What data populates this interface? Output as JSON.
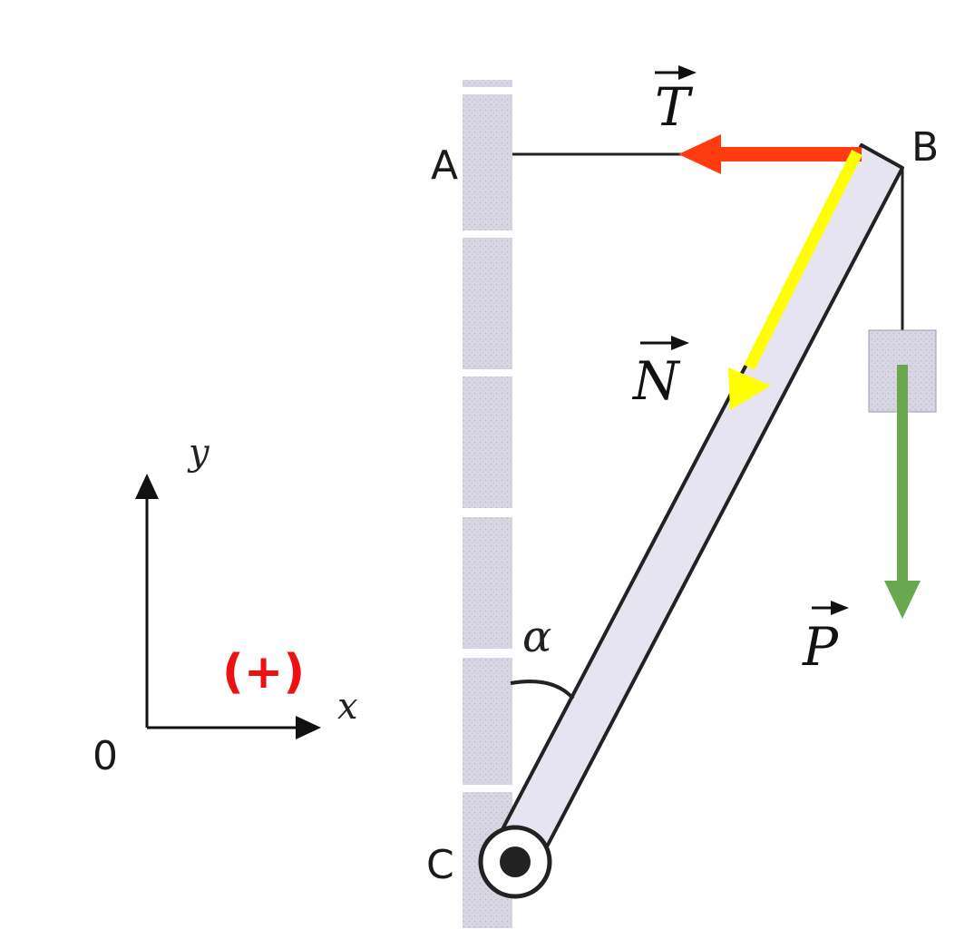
{
  "points": {
    "a": "A",
    "b": "B",
    "c": "C"
  },
  "vectors": {
    "tension": "T",
    "normal": "N",
    "weight": "P"
  },
  "axes": {
    "origin": "0",
    "x": "x",
    "y": "y",
    "positive_direction": "(+)"
  },
  "angle": "α",
  "colors": {
    "tension_arrow": "#ff3b0f",
    "normal_arrow": "#ffff00",
    "weight_arrow": "#6aa84f",
    "positive_sign": "#ee1111",
    "beam_fill": "#e6e4f0",
    "wall_fill": "#d9d6e4",
    "outline": "#222222"
  }
}
